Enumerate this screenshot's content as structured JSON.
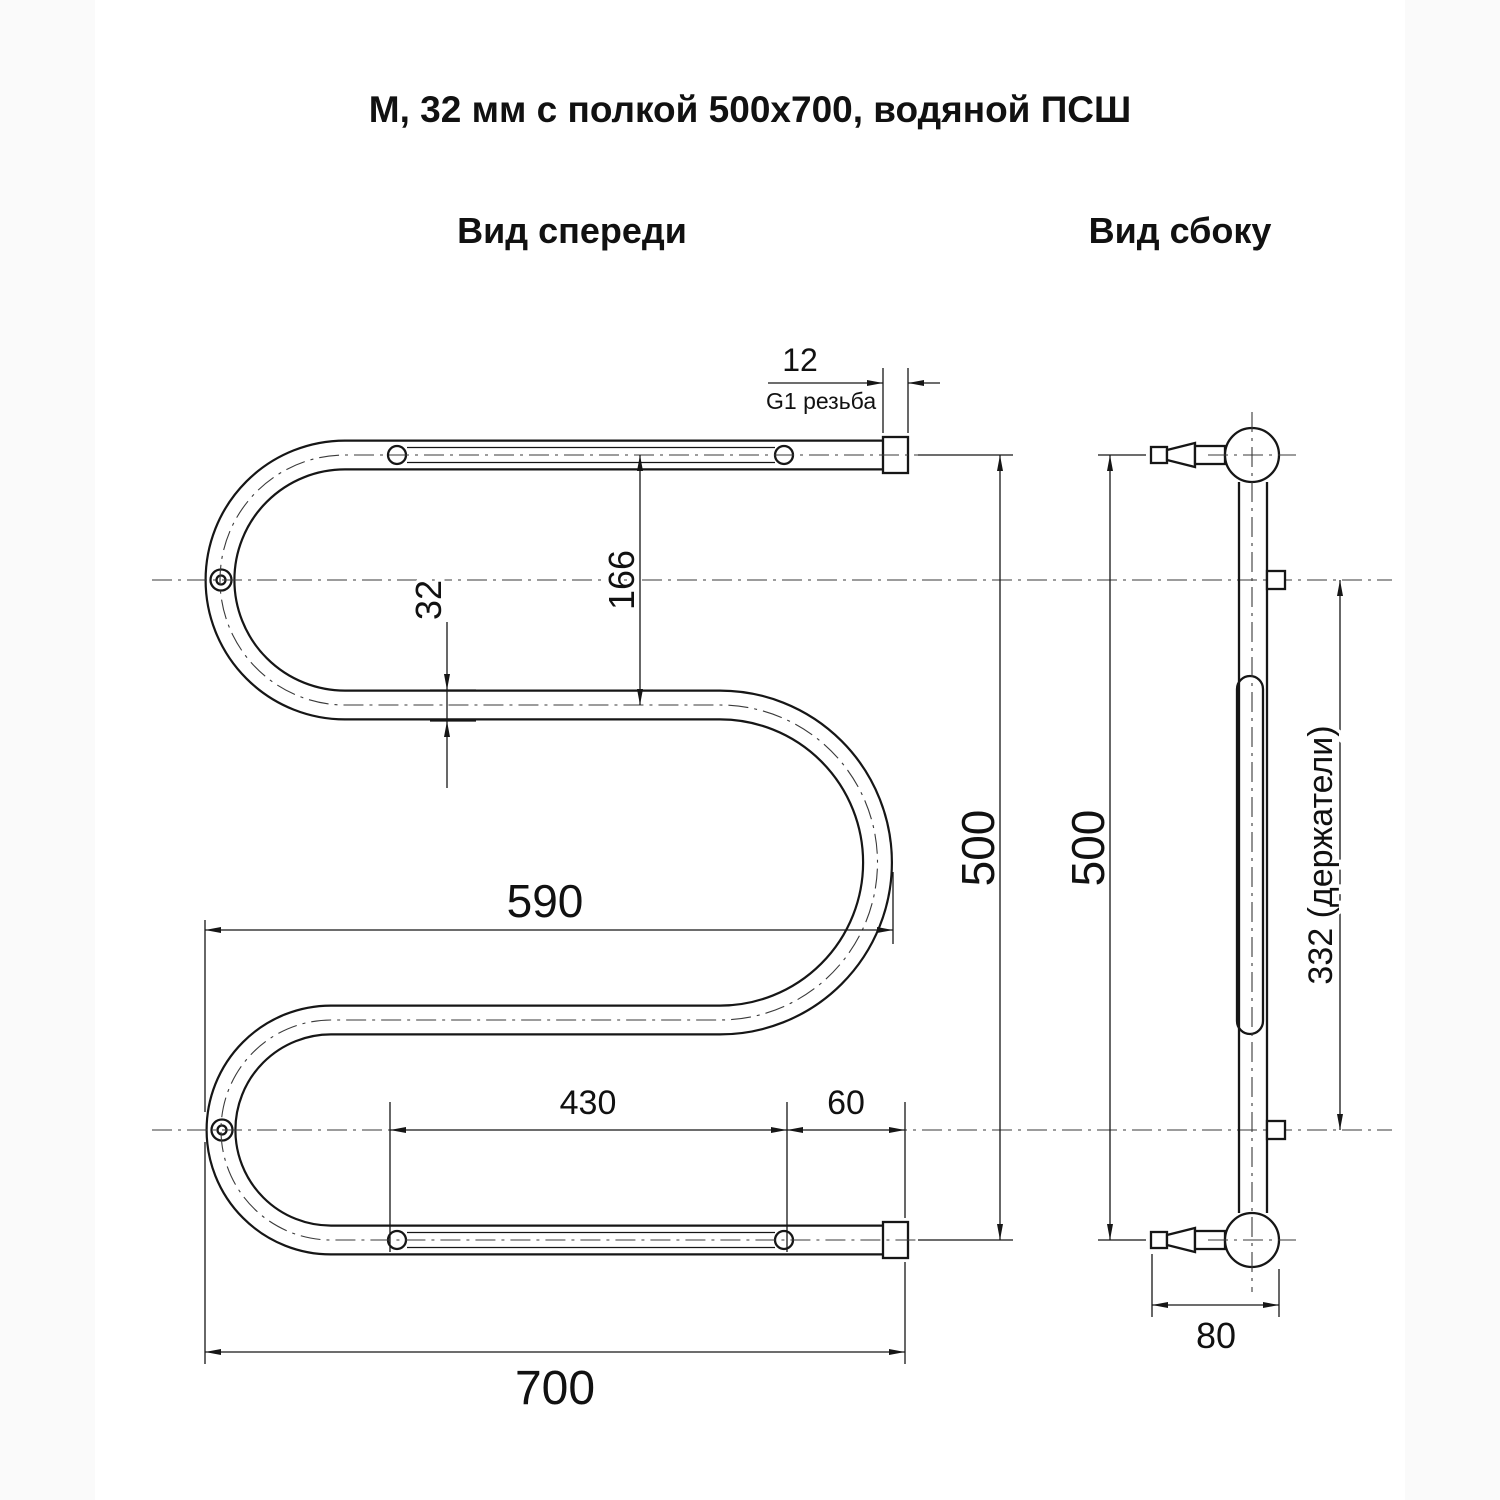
{
  "title": "М, 32 мм с полкой 500х700, водяной ПСШ",
  "views": {
    "front": "Вид спереди",
    "side": "Вид сбоку"
  },
  "dims": {
    "thread_len": "12",
    "thread_type": "G1 резьба",
    "top_gap": "166",
    "pipe_d": "32",
    "mid_width": "590",
    "front_height": "500",
    "shelf_len": "430",
    "shelf_end": "60",
    "total_width": "700",
    "side_height": "500",
    "holders": "332 (держатели)",
    "depth": "80"
  },
  "colors": {
    "line": "#161616",
    "background": "#ffffff"
  }
}
